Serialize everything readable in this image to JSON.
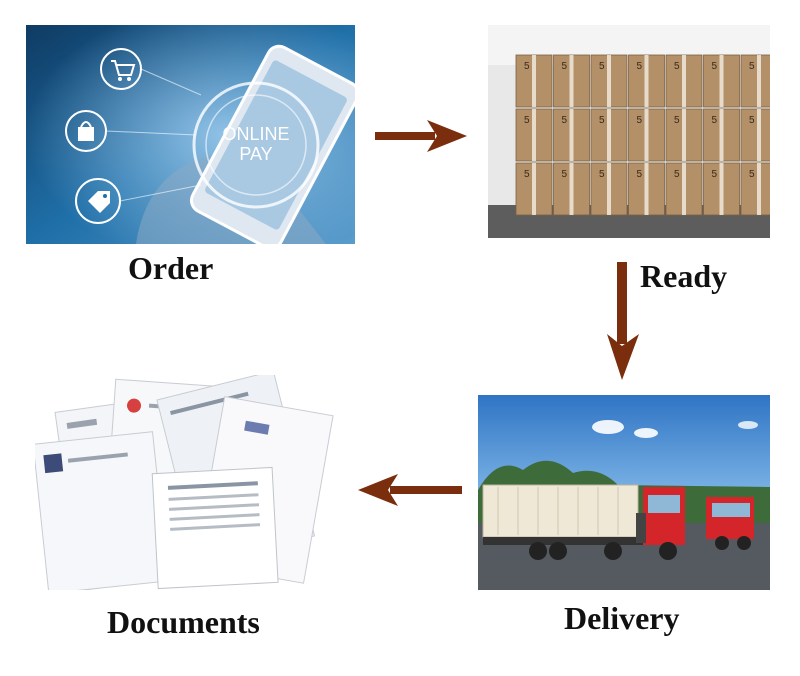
{
  "steps": {
    "order": {
      "label": "Order",
      "overlay_line1": "ONLINE",
      "overlay_line2": "PAY"
    },
    "ready": {
      "label": "Ready",
      "box_mark": "5"
    },
    "delivery": {
      "label": "Delivery"
    },
    "documents": {
      "label": "Documents"
    }
  },
  "colors": {
    "arrow": "#7a2e0e",
    "order_bg": "#1f5a86",
    "box": "#b39068",
    "sky": "#3f88d0",
    "truck_red": "#d4252b"
  },
  "icons": [
    "cart-icon",
    "shopping-bag-icon",
    "price-tag-icon",
    "smartphone-icon"
  ]
}
